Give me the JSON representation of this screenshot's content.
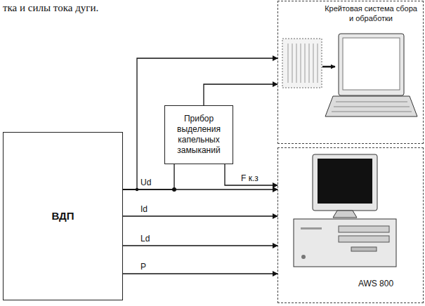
{
  "diagram": {
    "nodes": [
      {
        "text": [
          "Крейтовая система сбора и обработки"
        ]
      },
      {
        "text": [
          "ВДП"
        ]
      },
      {
        "text": [
          "Прибор выделения капельных замыканий"
        ]
      },
      {
        "text": [
          "AWS 800"
        ]
      }
    ],
    "edges": [
      {
        "from": 1,
        "to": 3,
        "label": "Ud",
        "arrow": "to"
      },
      {
        "from": 1,
        "to": 3,
        "label": "Id",
        "arrow": "to"
      },
      {
        "from": 1,
        "to": 3,
        "label": "Ld",
        "arrow": "to"
      },
      {
        "from": 1,
        "to": 3,
        "label": "P",
        "arrow": "to"
      },
      {
        "from": 2,
        "to": 3,
        "label": "F к.з",
        "arrow": "to"
      },
      {
        "from": 1,
        "to": 0,
        "arrow": "to"
      },
      {
        "from": 1,
        "to": 2,
        "arrow": "none"
      },
      {
        "from": 2,
        "to": 0,
        "arrow": "to"
      }
    ],
    "labels": [
      "тка и силы тока дуги."
    ]
  }
}
